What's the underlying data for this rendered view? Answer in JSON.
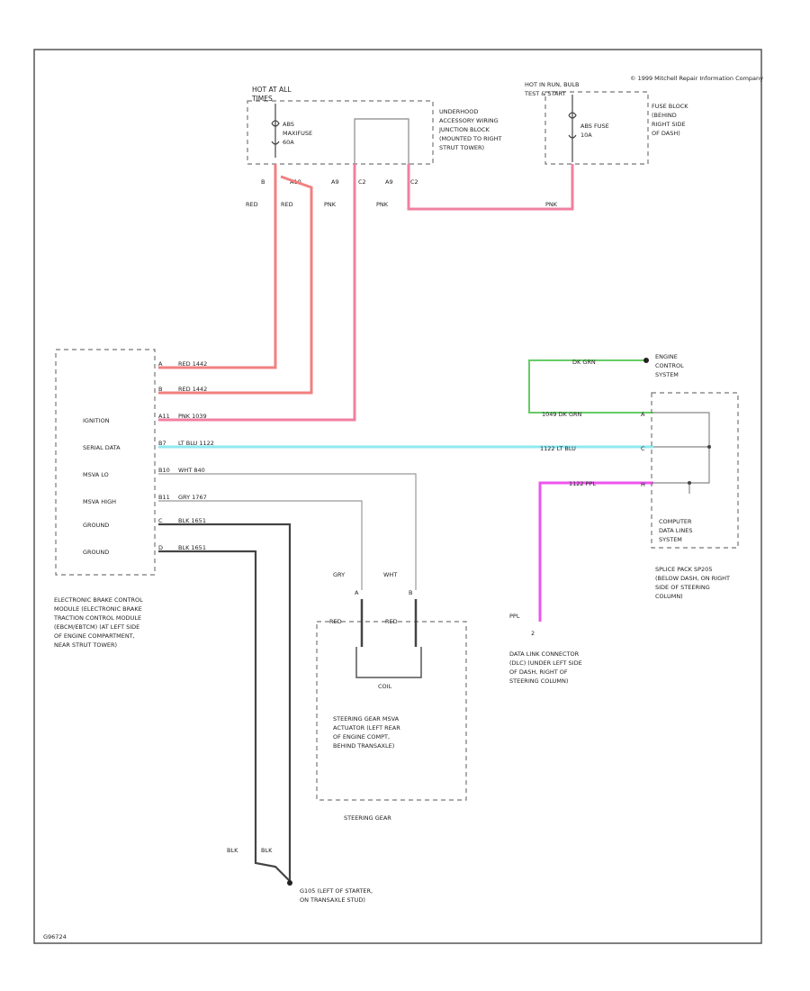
{
  "copyright": "© 1999 Mitchell Repair Information Company",
  "figure_id": "G96724",
  "colors": {
    "red_wire": "#f08080",
    "pink_wire": "#f07fa0",
    "lt_blue_wire": "#8fe8f0",
    "dk_green_wire": "#66cc66",
    "purple_wire": "#ee55ee",
    "black_wire": "#444444",
    "gray_wire": "#999999"
  },
  "underhood_block": {
    "hot_label": "HOT AT ALL TIMES",
    "fuse_label": "ABS MAXIFUSE 60A",
    "description": "UNDERHOOD ACCESSORY WIRING JUNCTION BLOCK (MOUNTED TO RIGHT STRUT TOWER)",
    "pins": [
      "B",
      "A10",
      "A9",
      "C2",
      "A9",
      "C2"
    ]
  },
  "fuse_block": {
    "hot_label": "HOT IN RUN, BULB TEST & START",
    "fuse_label": "ABS FUSE 10A",
    "description": "FUSE BLOCK (BEHIND RIGHT SIDE OF DASH)"
  },
  "module": {
    "label": "ELECTRONIC BRAKE CONTROL MODULE (ELECTRONIC BRAKE TRACTION CONTROL MODULE (EBCM/EBTCM) (AT LEFT SIDE OF ENGINE COMPARTMENT, NEAR STRUT TOWER)",
    "pins": [
      {
        "name": "",
        "pin": "A",
        "wire": "RED 1442"
      },
      {
        "name": "",
        "pin": "B",
        "wire": "RED 1442"
      },
      {
        "name": "IGNITION",
        "pin": "A11",
        "wire": "PNK 1039"
      },
      {
        "name": "SERIAL DATA",
        "pin": "B7",
        "wire": "LT BLU 1122"
      },
      {
        "name": "MSVA LO",
        "pin": "B10",
        "wire": "WHT 840"
      },
      {
        "name": "MSVA HIGH",
        "pin": "B11",
        "wire": "GRY 1767"
      },
      {
        "name": "GROUND",
        "pin": "C",
        "wire": "BLK 1651"
      },
      {
        "name": "GROUND",
        "pin": "D",
        "wire": "BLK 1651"
      }
    ]
  },
  "wire_labels": {
    "red": "RED",
    "pnk": "PNK",
    "blk": "BLK",
    "gry": "GRY",
    "wht": "WHT",
    "ppl": "PPL"
  },
  "computer_data_lines": {
    "engine_control": "ENGINE CONTROL SYSTEM",
    "label": "COMPUTER DATA LINES SYSTEM",
    "splice_pack": "SPLICE PACK SP205 (BELOW DASH, ON RIGHT SIDE OF STEERING COLUMN)",
    "wires": [
      {
        "wire": "1049 DK GRN",
        "pin": "A"
      },
      {
        "wire": "1122 LT BLU",
        "pin": "C"
      },
      {
        "wire": "1122 PPL",
        "pin": "H"
      },
      {
        "wire": "DK GRN",
        "pin": ""
      }
    ]
  },
  "steering_gear": {
    "label": "STEERING GEAR MSVA ACTUATOR (LEFT REAR OF ENGINE COMPT, BEHIND TRANSAXLE)",
    "caption": "STEERING GEAR",
    "coil": "COIL",
    "pins": [
      "A",
      "B"
    ]
  },
  "dlc": {
    "pin": "2",
    "label": "DATA LINK CONNECTOR (DLC) (UNDER LEFT SIDE OF DASH, RIGHT OF STEERING COLUMN)"
  },
  "ground": {
    "label": "G105 (LEFT OF STARTER, ON TRANSAXLE STUD)"
  }
}
